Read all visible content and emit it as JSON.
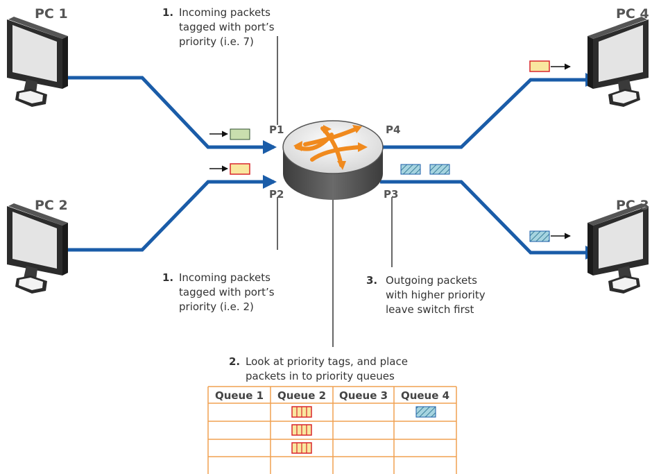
{
  "colors": {
    "link": "#1a5ca8",
    "switch_body": "#555555",
    "switch_top": "#e8e8e8",
    "arrows": "#f08a1e",
    "packet_green": "#c9dfae",
    "packet_yellow": "#f9e79f",
    "packet_red": "#d9262b",
    "packet_teal": "#a6d4e0",
    "queue_grid": "#f0a050",
    "text": "#333333"
  },
  "pcs": {
    "pc1": "PC 1",
    "pc2": "PC 2",
    "pc3": "PC 3",
    "pc4": "PC 4"
  },
  "ports": {
    "p1": "P1",
    "p2": "P2",
    "p3": "P3",
    "p4": "P4"
  },
  "notes": {
    "top": {
      "number": "1.",
      "lines": [
        "Incoming packets",
        "tagged with port’s",
        "priority (i.e. 7)"
      ]
    },
    "bottom": {
      "number": "1.",
      "lines": [
        "Incoming packets",
        "tagged with port’s",
        "priority (i.e. 2)"
      ]
    },
    "queues": {
      "number": "2.",
      "lines": [
        "Look at priority tags, and place",
        "packets in to priority queues"
      ]
    },
    "outgoing": {
      "number": "3.",
      "lines": [
        "Outgoing packets",
        "with higher priority",
        "leave switch first"
      ]
    }
  },
  "queue_table": {
    "headers": [
      "Queue 1",
      "Queue 2",
      "Queue 3",
      "Queue 4"
    ],
    "rows": 4
  },
  "icons": {
    "pc": "monitor-icon",
    "switch": "network-switch-icon",
    "packet": "packet-icon"
  }
}
